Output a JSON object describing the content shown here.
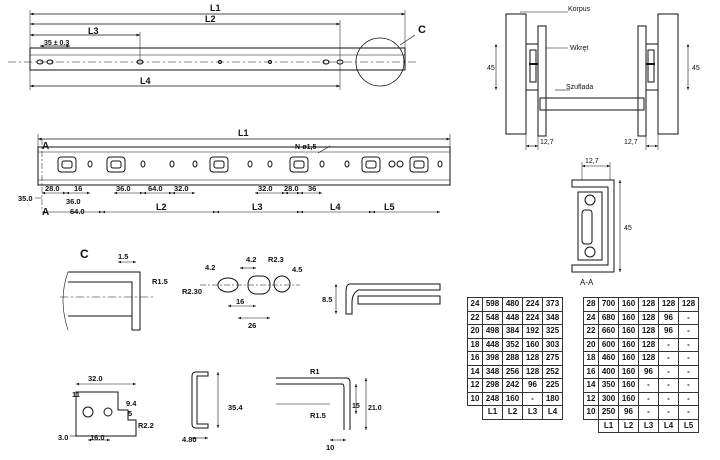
{
  "labels": {
    "L1": "L1",
    "L2": "L2",
    "L3": "L3",
    "L4": "L4",
    "L5": "L5",
    "C": "C",
    "A": "A",
    "AA": "A-A",
    "d35": "35 ± 0.3",
    "korpus": "Korpus",
    "wkret": "Wkręt",
    "szuflada": "Szuflada",
    "d45": "45",
    "d127": "12,7",
    "n15": "N-ø1,5",
    "d28": "28.0",
    "d16": "16",
    "d36": "36.0",
    "d64": "64.0",
    "d32": "32.0",
    "d36b": "36",
    "d350": "35.0",
    "c15": "1.5",
    "cR15": "R1.5",
    "d42": "4.2",
    "dR23": "R2.3",
    "dR230": "R2.30",
    "d45b": "4.5",
    "d16b": "16",
    "d26": "26",
    "d85": "8.5",
    "d320": "32.0",
    "d11": "11",
    "d94": "9.4",
    "d5": "5",
    "dR22": "R2.2",
    "d30": "3.0",
    "d160": "16.0",
    "d354": "35.4",
    "d480": "4.80",
    "dR1": "R1",
    "dR15": "R1.5",
    "d15": "15",
    "d210": "21.0",
    "d10": "10"
  },
  "table_a": {
    "rows": [
      [
        "24",
        "598",
        "480",
        "224",
        "373"
      ],
      [
        "22",
        "548",
        "448",
        "224",
        "348"
      ],
      [
        "20",
        "498",
        "384",
        "192",
        "325"
      ],
      [
        "18",
        "448",
        "352",
        "160",
        "303"
      ],
      [
        "16",
        "398",
        "288",
        "128",
        "275"
      ],
      [
        "14",
        "348",
        "256",
        "128",
        "252"
      ],
      [
        "12",
        "298",
        "242",
        "96",
        "225"
      ],
      [
        "10",
        "248",
        "160",
        "-",
        "180"
      ]
    ],
    "footer": [
      "",
      "L1",
      "L2",
      "L3",
      "L4"
    ]
  },
  "table_b": {
    "rows": [
      [
        "28",
        "700",
        "160",
        "128",
        "128",
        "128"
      ],
      [
        "24",
        "680",
        "160",
        "128",
        "96",
        "-"
      ],
      [
        "22",
        "660",
        "160",
        "128",
        "96",
        "-"
      ],
      [
        "20",
        "600",
        "160",
        "128",
        "-",
        "-"
      ],
      [
        "18",
        "460",
        "160",
        "128",
        "-",
        "-"
      ],
      [
        "16",
        "400",
        "160",
        "96",
        "-",
        "-"
      ],
      [
        "14",
        "350",
        "160",
        "-",
        "-",
        "-"
      ],
      [
        "12",
        "300",
        "160",
        "-",
        "-",
        "-"
      ],
      [
        "10",
        "250",
        "96",
        "-",
        "-",
        "-"
      ]
    ],
    "footer": [
      "",
      "L1",
      "L2",
      "L3",
      "L4",
      "L5"
    ]
  }
}
